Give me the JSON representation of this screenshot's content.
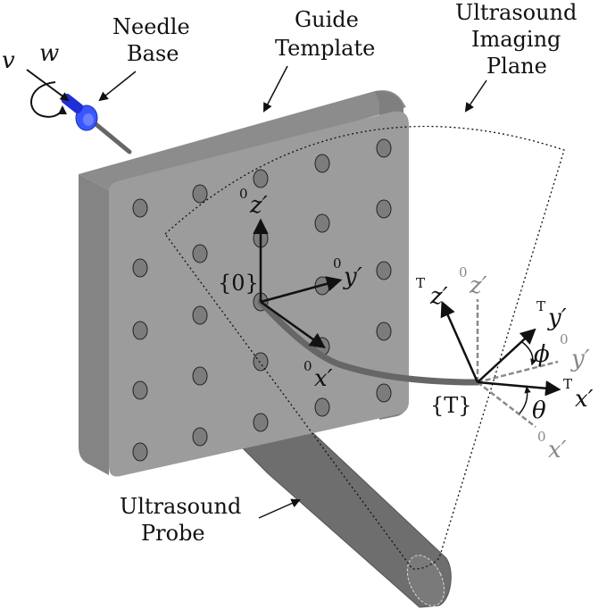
{
  "labels": {
    "needle_base": [
      "Needle",
      "Base"
    ],
    "guide_template": [
      "Guide",
      "Template"
    ],
    "imaging_plane": [
      "Ultrasound",
      "Imaging",
      "Plane"
    ],
    "probe": [
      "Ultrasound",
      "Probe"
    ],
    "v": "v",
    "w": "w",
    "frame0": "{0}",
    "frameT": "{T}",
    "z0_sup": "0",
    "z0": "z′",
    "y0_sup": "0",
    "y0": "y′",
    "x0_sup": "0",
    "x0": "x′",
    "zT_sup": "T",
    "zT": "z′",
    "yT_sup": "T",
    "yT": "y′",
    "xT_sup": "T",
    "xT": "x′",
    "z0g_sup": "0",
    "z0g": "z′",
    "y0g_sup": "0",
    "y0g": "y′",
    "x0g_sup": "0",
    "x0g": "x′",
    "phi": "ϕ",
    "theta": "θ"
  },
  "colors": {
    "template_front": "#9a9a9a",
    "template_side": "#7d7d7d",
    "template_top": "#8c8c8c",
    "hole": "#7a7a7a",
    "needle": "#666666",
    "needle_base": "#3a56ff",
    "probe": "#6e6e6e",
    "grey_axes": "#8a8a8a"
  },
  "icons": [
    "rotation-arrow-icon"
  ]
}
